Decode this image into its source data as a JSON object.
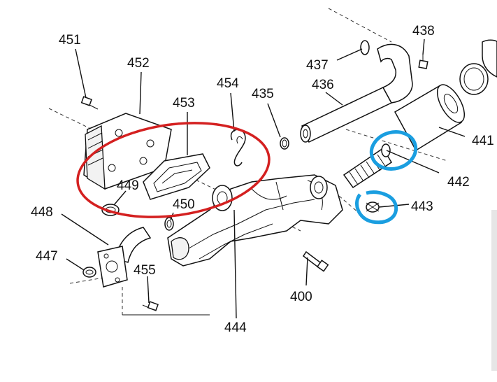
{
  "labels": {
    "p451": "451",
    "p452": "452",
    "p453": "453",
    "p454": "454",
    "p435": "435",
    "p436": "436",
    "p437": "437",
    "p438": "438",
    "p441": "441",
    "p442": "442",
    "p443": "443",
    "p449": "449",
    "p450": "450",
    "p448": "448",
    "p447": "447",
    "p455": "455",
    "p444": "444",
    "p400": "400"
  },
  "colors": {
    "red_annotation": "#d42020",
    "blue_annotation": "#1a9ee0",
    "line": "#111111"
  }
}
